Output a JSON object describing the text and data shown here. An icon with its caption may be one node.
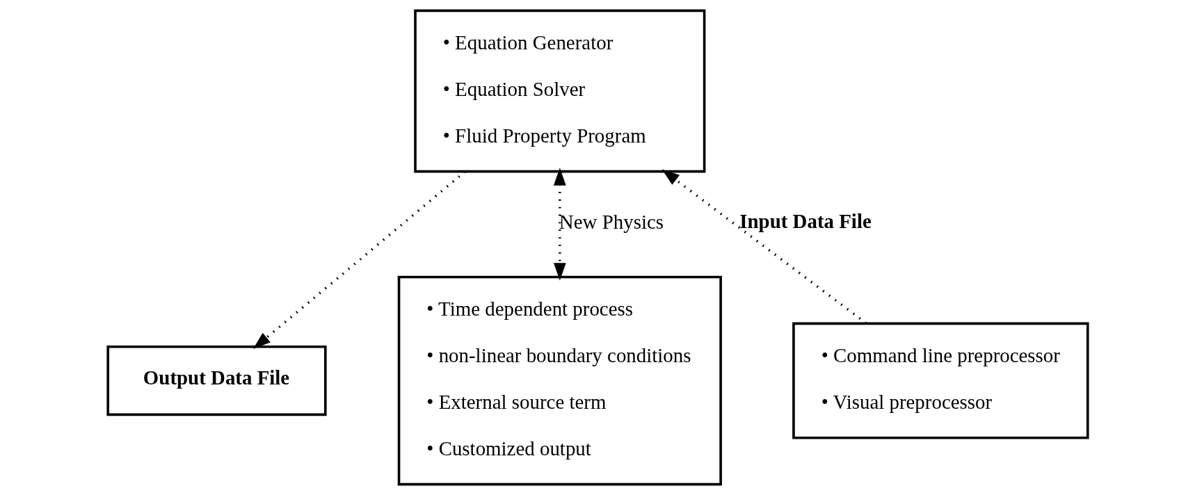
{
  "diagram": {
    "nodes": [
      {
        "text": [
          "• Equation Generator",
          "• Equation Solver",
          "• Fluid Property Program"
        ]
      },
      {
        "text": [
          "• Command line preprocessor",
          "• Visual preprocessor"
        ]
      },
      {
        "text": [
          "Output Data File"
        ]
      },
      {
        "text": [
          "• Time dependent process",
          "• non-linear boundary conditions",
          "• External source term",
          "• Customized output"
        ]
      }
    ],
    "edges": [
      {
        "from": 1,
        "to": 0,
        "arrow": "to",
        "style": "dashed",
        "label": "Input Data File"
      },
      {
        "from": 0,
        "to": 2,
        "arrow": "to",
        "style": "dashed"
      },
      {
        "from": 0,
        "to": 3,
        "arrow": "both",
        "style": "dashed",
        "label": "New Physics"
      }
    ]
  }
}
